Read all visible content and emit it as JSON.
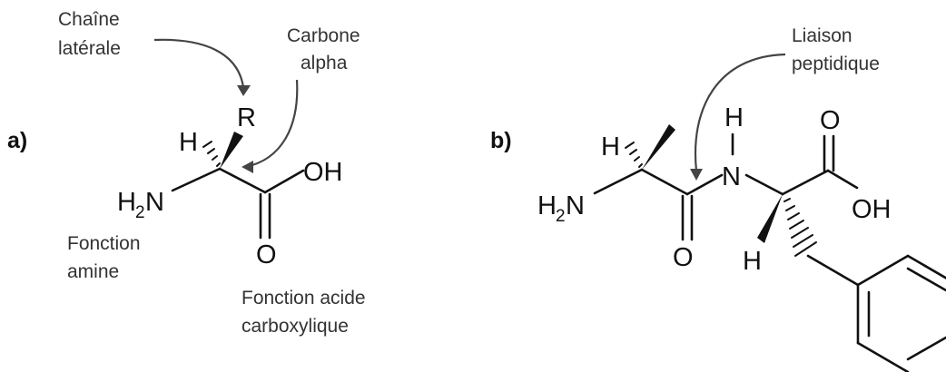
{
  "panel_a": {
    "label": "a)",
    "annotations": {
      "side_chain": [
        "Chaîne",
        "latérale"
      ],
      "alpha_carbon": [
        "Carbone",
        "alpha"
      ],
      "amine_function": [
        "Fonction",
        "amine"
      ],
      "acid_function": [
        "Fonction acide",
        "carboxylique"
      ]
    },
    "atoms": {
      "h": "H",
      "r": "R",
      "n_h": "H",
      "n_sub": "2",
      "n": "N",
      "oh": "OH",
      "o": "O"
    }
  },
  "panel_b": {
    "label": "b)",
    "annotations": {
      "peptide_bond": [
        "Liaison",
        "peptidique"
      ]
    },
    "atoms": {
      "h_left": "H",
      "n_h": "H",
      "n_sub": "2",
      "n": "N",
      "o_amide": "O",
      "h_nh": "H",
      "n_amide": "N",
      "h_alpha": "H",
      "o_acid": "O",
      "oh": "OH"
    }
  }
}
